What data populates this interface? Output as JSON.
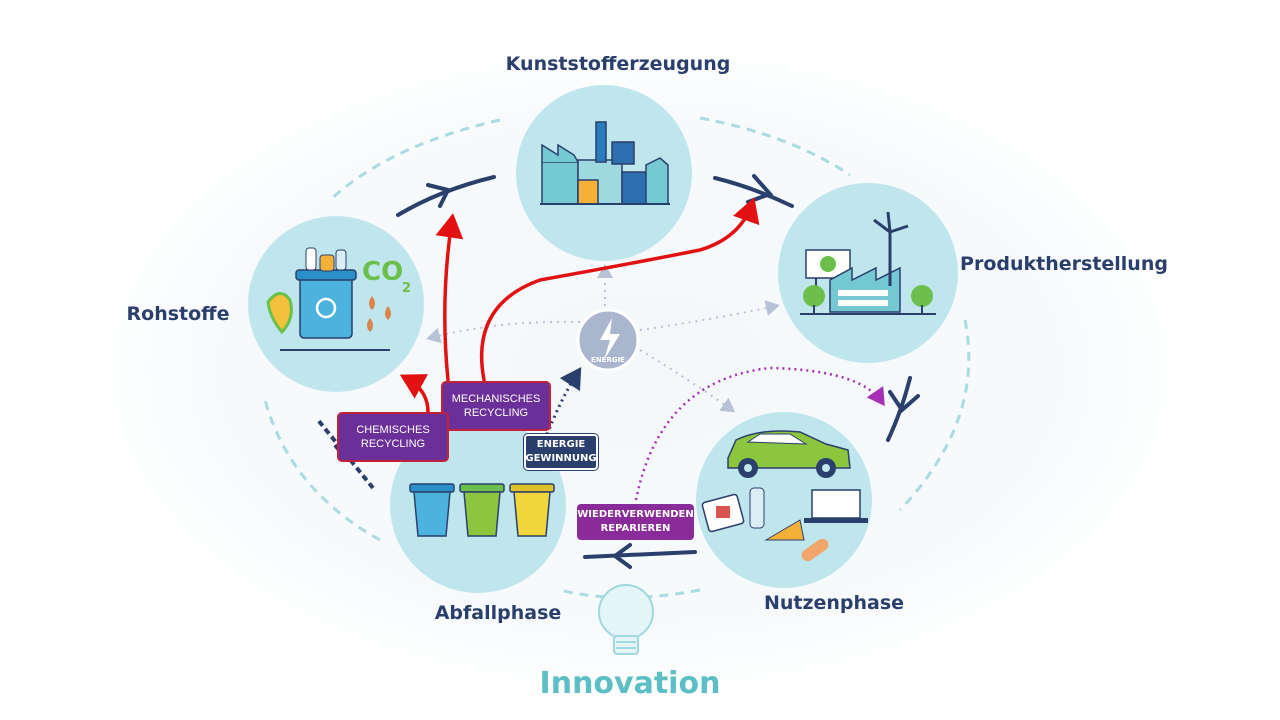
{
  "stages": {
    "kunststoff": "Kunststofferzeugung",
    "produkt": "Produktherstellung",
    "nutzen": "Nutzenphase",
    "abfall": "Abfallphase",
    "rohstoffe": "Rohstoffe"
  },
  "co2": {
    "main": "CO",
    "sub": "2"
  },
  "energy_center": "ENERGIE",
  "tags": {
    "mechanisches": [
      "MECHANISCHES",
      "RECYCLING"
    ],
    "chemisches": [
      "CHEMISCHES",
      "RECYCLING"
    ],
    "energie_gewinnung": [
      "ENERGIE",
      "GEWINNUNG"
    ],
    "wiederverwenden": [
      "WIEDERVERWENDEN",
      "REPARIEREN"
    ]
  },
  "innovation": "Innovation",
  "colors": {
    "circle": "#bfe6ec",
    "navy": "#2b3f6c",
    "teal": "#5bbfc5",
    "recycling_red": "#e31212",
    "purple": "#6b2f9a",
    "reuse_magenta": "#a62fb5"
  }
}
